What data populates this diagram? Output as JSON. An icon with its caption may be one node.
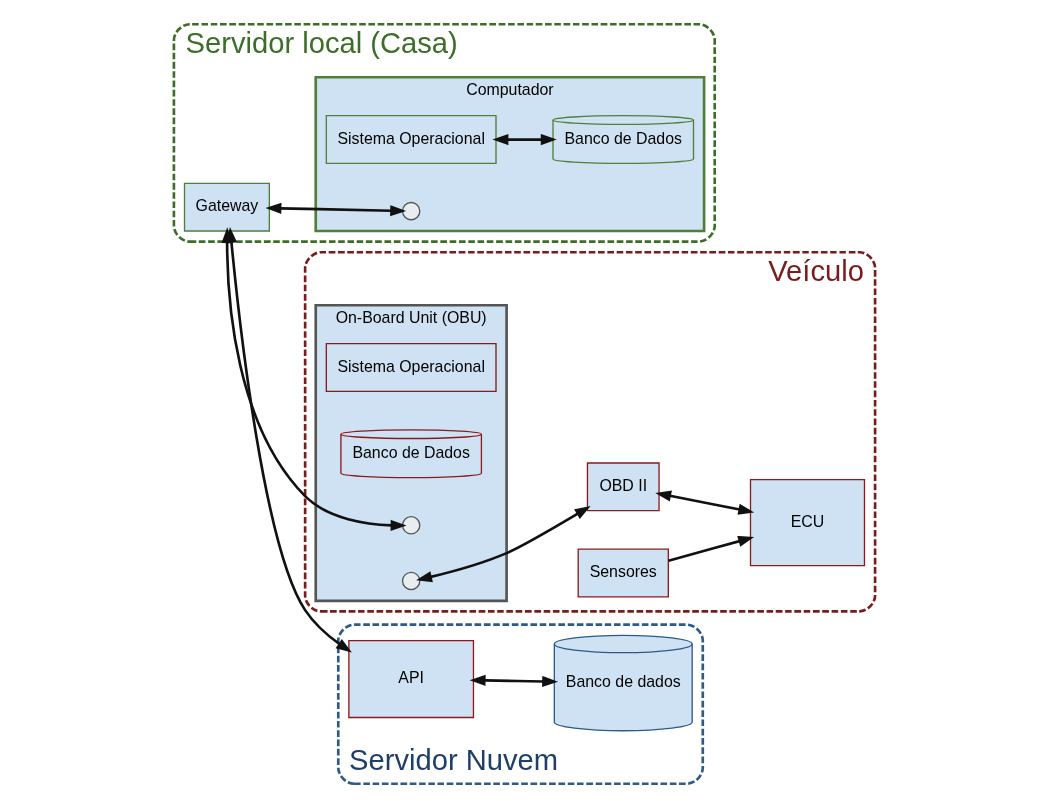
{
  "diagram": {
    "nodes": [
      {
        "text": [
          "Servidor local (Casa)"
        ]
      },
      {
        "text": [
          "Computador"
        ],
        "in": 0
      },
      {
        "text": [
          "Sistema Operacional"
        ],
        "in": 1
      },
      {
        "text": [
          "Banco de Dados"
        ],
        "in": 1
      },
      {
        "text": [],
        "shape": "circle",
        "in": 1
      },
      {
        "text": [
          "Gateway"
        ],
        "in": 0
      },
      {
        "text": [
          "Veículo"
        ]
      },
      {
        "text": [
          "On-Board Unit (OBU)"
        ],
        "in": 6
      },
      {
        "text": [
          "Sistema Operacional"
        ],
        "in": 7
      },
      {
        "text": [
          "Banco de Dados"
        ],
        "in": 7
      },
      {
        "text": [],
        "shape": "circle",
        "in": 7
      },
      {
        "text": [],
        "shape": "circle",
        "in": 7
      },
      {
        "text": [
          "OBD II"
        ],
        "in": 6
      },
      {
        "text": [
          "ECU"
        ],
        "in": 6
      },
      {
        "text": [
          "Sensores"
        ],
        "in": 6
      },
      {
        "text": [
          "Servidor Nuvem"
        ]
      },
      {
        "text": [
          "API"
        ],
        "in": 15
      },
      {
        "text": [
          "Banco de dados"
        ],
        "in": 15
      }
    ],
    "edges": [
      {
        "from": 2,
        "to": 3,
        "arrow": "both"
      },
      {
        "from": 5,
        "to": 4,
        "arrow": "both"
      },
      {
        "from": 5,
        "to": 10,
        "arrow": "both"
      },
      {
        "from": 11,
        "to": 12,
        "arrow": "both"
      },
      {
        "from": 12,
        "to": 13,
        "arrow": "both"
      },
      {
        "from": 14,
        "to": 13,
        "arrow": "to"
      },
      {
        "from": 5,
        "to": 16,
        "arrow": "both"
      },
      {
        "from": 16,
        "to": 17,
        "arrow": "both"
      }
    ]
  }
}
